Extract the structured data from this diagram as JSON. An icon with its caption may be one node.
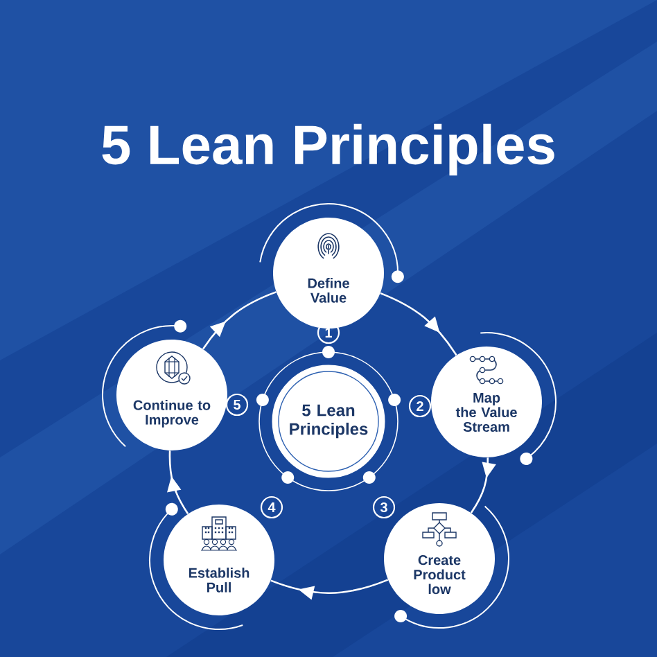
{
  "diagram": {
    "title": "5 Lean Principles",
    "nodes": [
      {
        "text": [
          "5 Lean Principles"
        ]
      },
      {
        "text": [
          "Define Value"
        ]
      },
      {
        "text": [
          "Map the Value Stream"
        ]
      },
      {
        "text": [
          "Create Product low"
        ]
      },
      {
        "text": [
          "Establish Pull"
        ]
      },
      {
        "text": [
          "Continue to Improve"
        ]
      }
    ],
    "edges": [
      {
        "from": 1,
        "to": 2,
        "arrow": "to"
      },
      {
        "from": 2,
        "to": 3,
        "arrow": "to"
      },
      {
        "from": 3,
        "to": 4,
        "arrow": "to"
      },
      {
        "from": 4,
        "to": 5,
        "arrow": "to"
      },
      {
        "from": 5,
        "to": 1,
        "arrow": "to"
      }
    ],
    "labels": [
      "1",
      "5",
      "2",
      "4",
      "3"
    ]
  }
}
